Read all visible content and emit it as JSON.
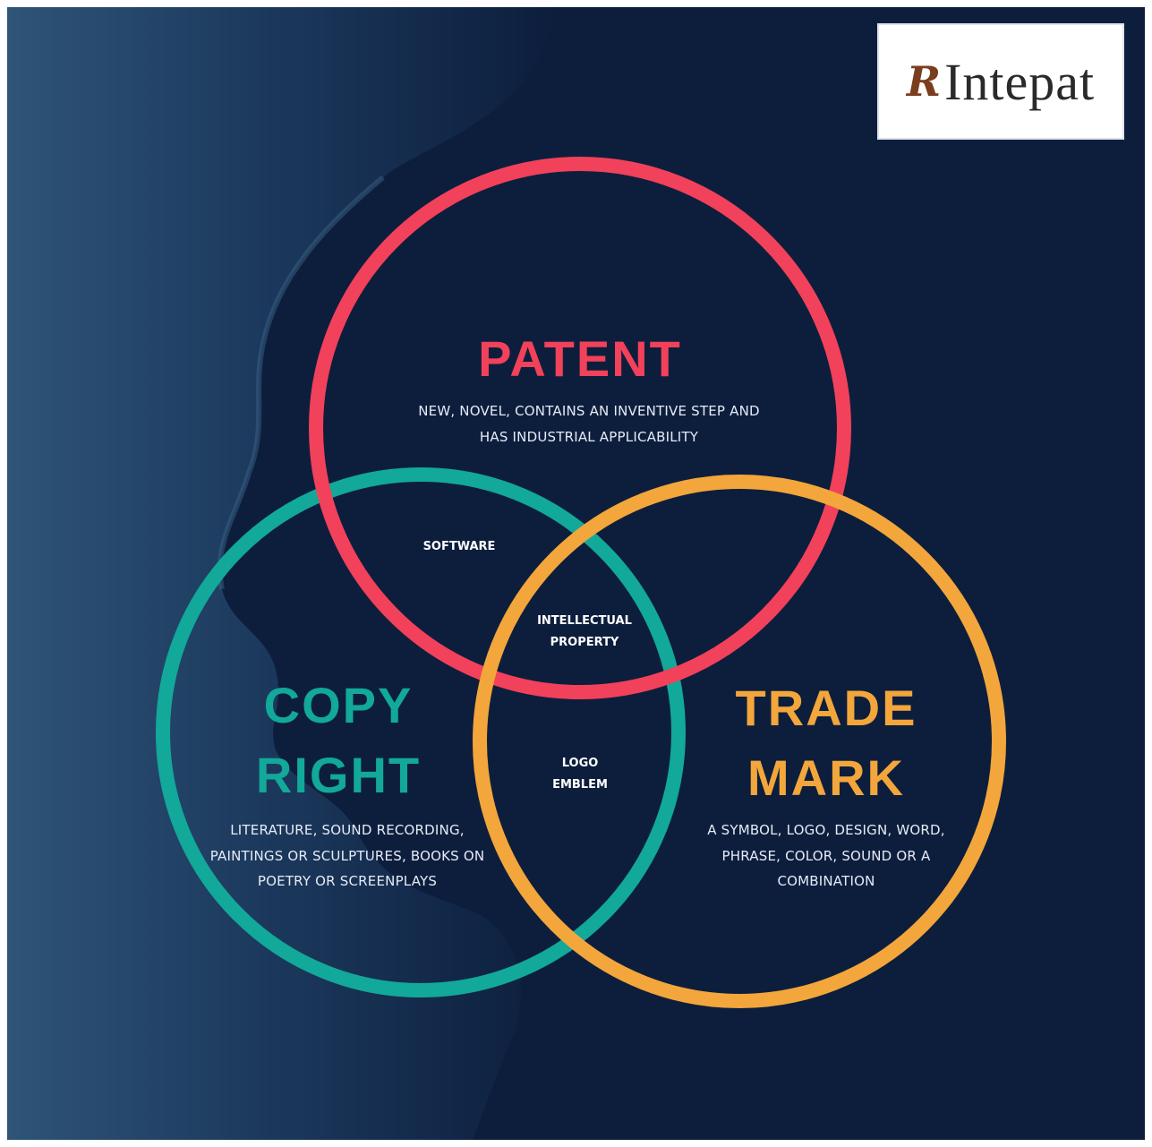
{
  "logo": {
    "mark": "R",
    "text": "Intepat"
  },
  "colors": {
    "background": "#0f2140",
    "patent_ring": "#f2415a",
    "copyright_ring": "#12a89a",
    "trademark_ring": "#f3a63b"
  },
  "diagram": {
    "patent": {
      "title": "PATENT",
      "description": "NEW, NOVEL, CONTAINS AN INVENTIVE STEP AND HAS INDUSTRIAL APPLICABILITY",
      "color": "#f2415a"
    },
    "copyright": {
      "title_line1": "COPY",
      "title_line2": "RIGHT",
      "description": "LITERATURE, SOUND RECORDING, PAINTINGS OR SCULPTURES, BOOKS ON POETRY OR SCREENPLAYS",
      "color": "#12a89a"
    },
    "trademark": {
      "title_line1": "TRADE",
      "title_line2": "MARK",
      "description": "A SYMBOL, LOGO, DESIGN, WORD, PHRASE, COLOR, SOUND OR A COMBINATION",
      "color": "#f3a63b"
    },
    "overlaps": {
      "patent_copyright": "SOFTWARE",
      "center_line1": "INTELLECTUAL",
      "center_line2": "PROPERTY",
      "copyright_trademark_line1": "LOGO",
      "copyright_trademark_line2": "EMBLEM"
    }
  }
}
